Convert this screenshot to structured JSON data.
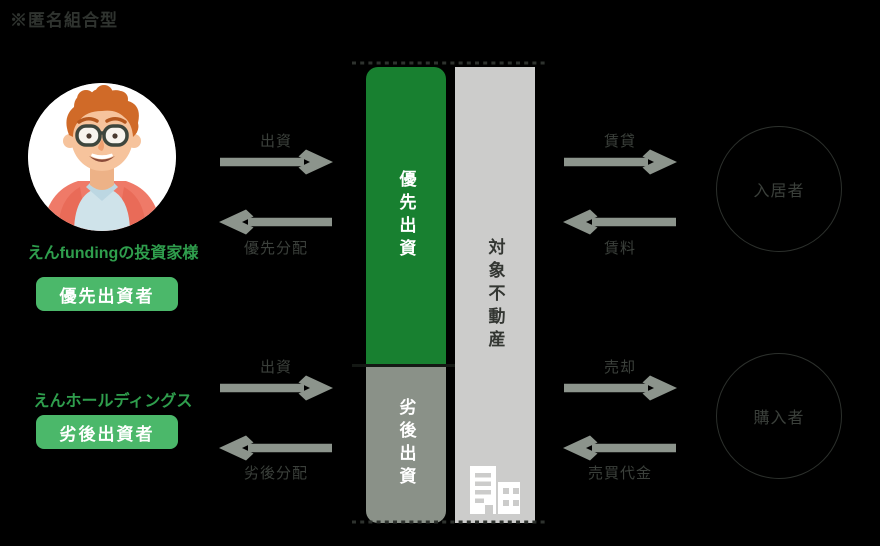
{
  "title": "※匿名組合型",
  "investor": {
    "name": "えんfundingの投資家様",
    "badge": "優先出資者"
  },
  "holdings": {
    "name": "えんホールディングス",
    "badge": "劣後出資者"
  },
  "capital_bar": {
    "senior": "優先出資",
    "subordinated": "劣後出資"
  },
  "property_bar": {
    "label": "対象不動産"
  },
  "flows": {
    "invest_senior": "出資",
    "senior_distribution": "優先分配",
    "invest_sub": "出資",
    "sub_distribution": "劣後分配",
    "lease": "賃貸",
    "rent": "賃料",
    "sale": "売却",
    "sale_proceeds": "売買代金"
  },
  "parties": {
    "tenant": "入居者",
    "buyer": "購入者"
  },
  "colors": {
    "background": "#000000",
    "senior_bar_green": "#188030",
    "subordinated_bar_gray": "#8a9188",
    "property_bar_gray": "#cccccb",
    "badge_green": "#4bb86a",
    "name_text_green": "#2f9e4d",
    "arrow_gray": "#8c948c",
    "label_dark": "#3b403b"
  }
}
